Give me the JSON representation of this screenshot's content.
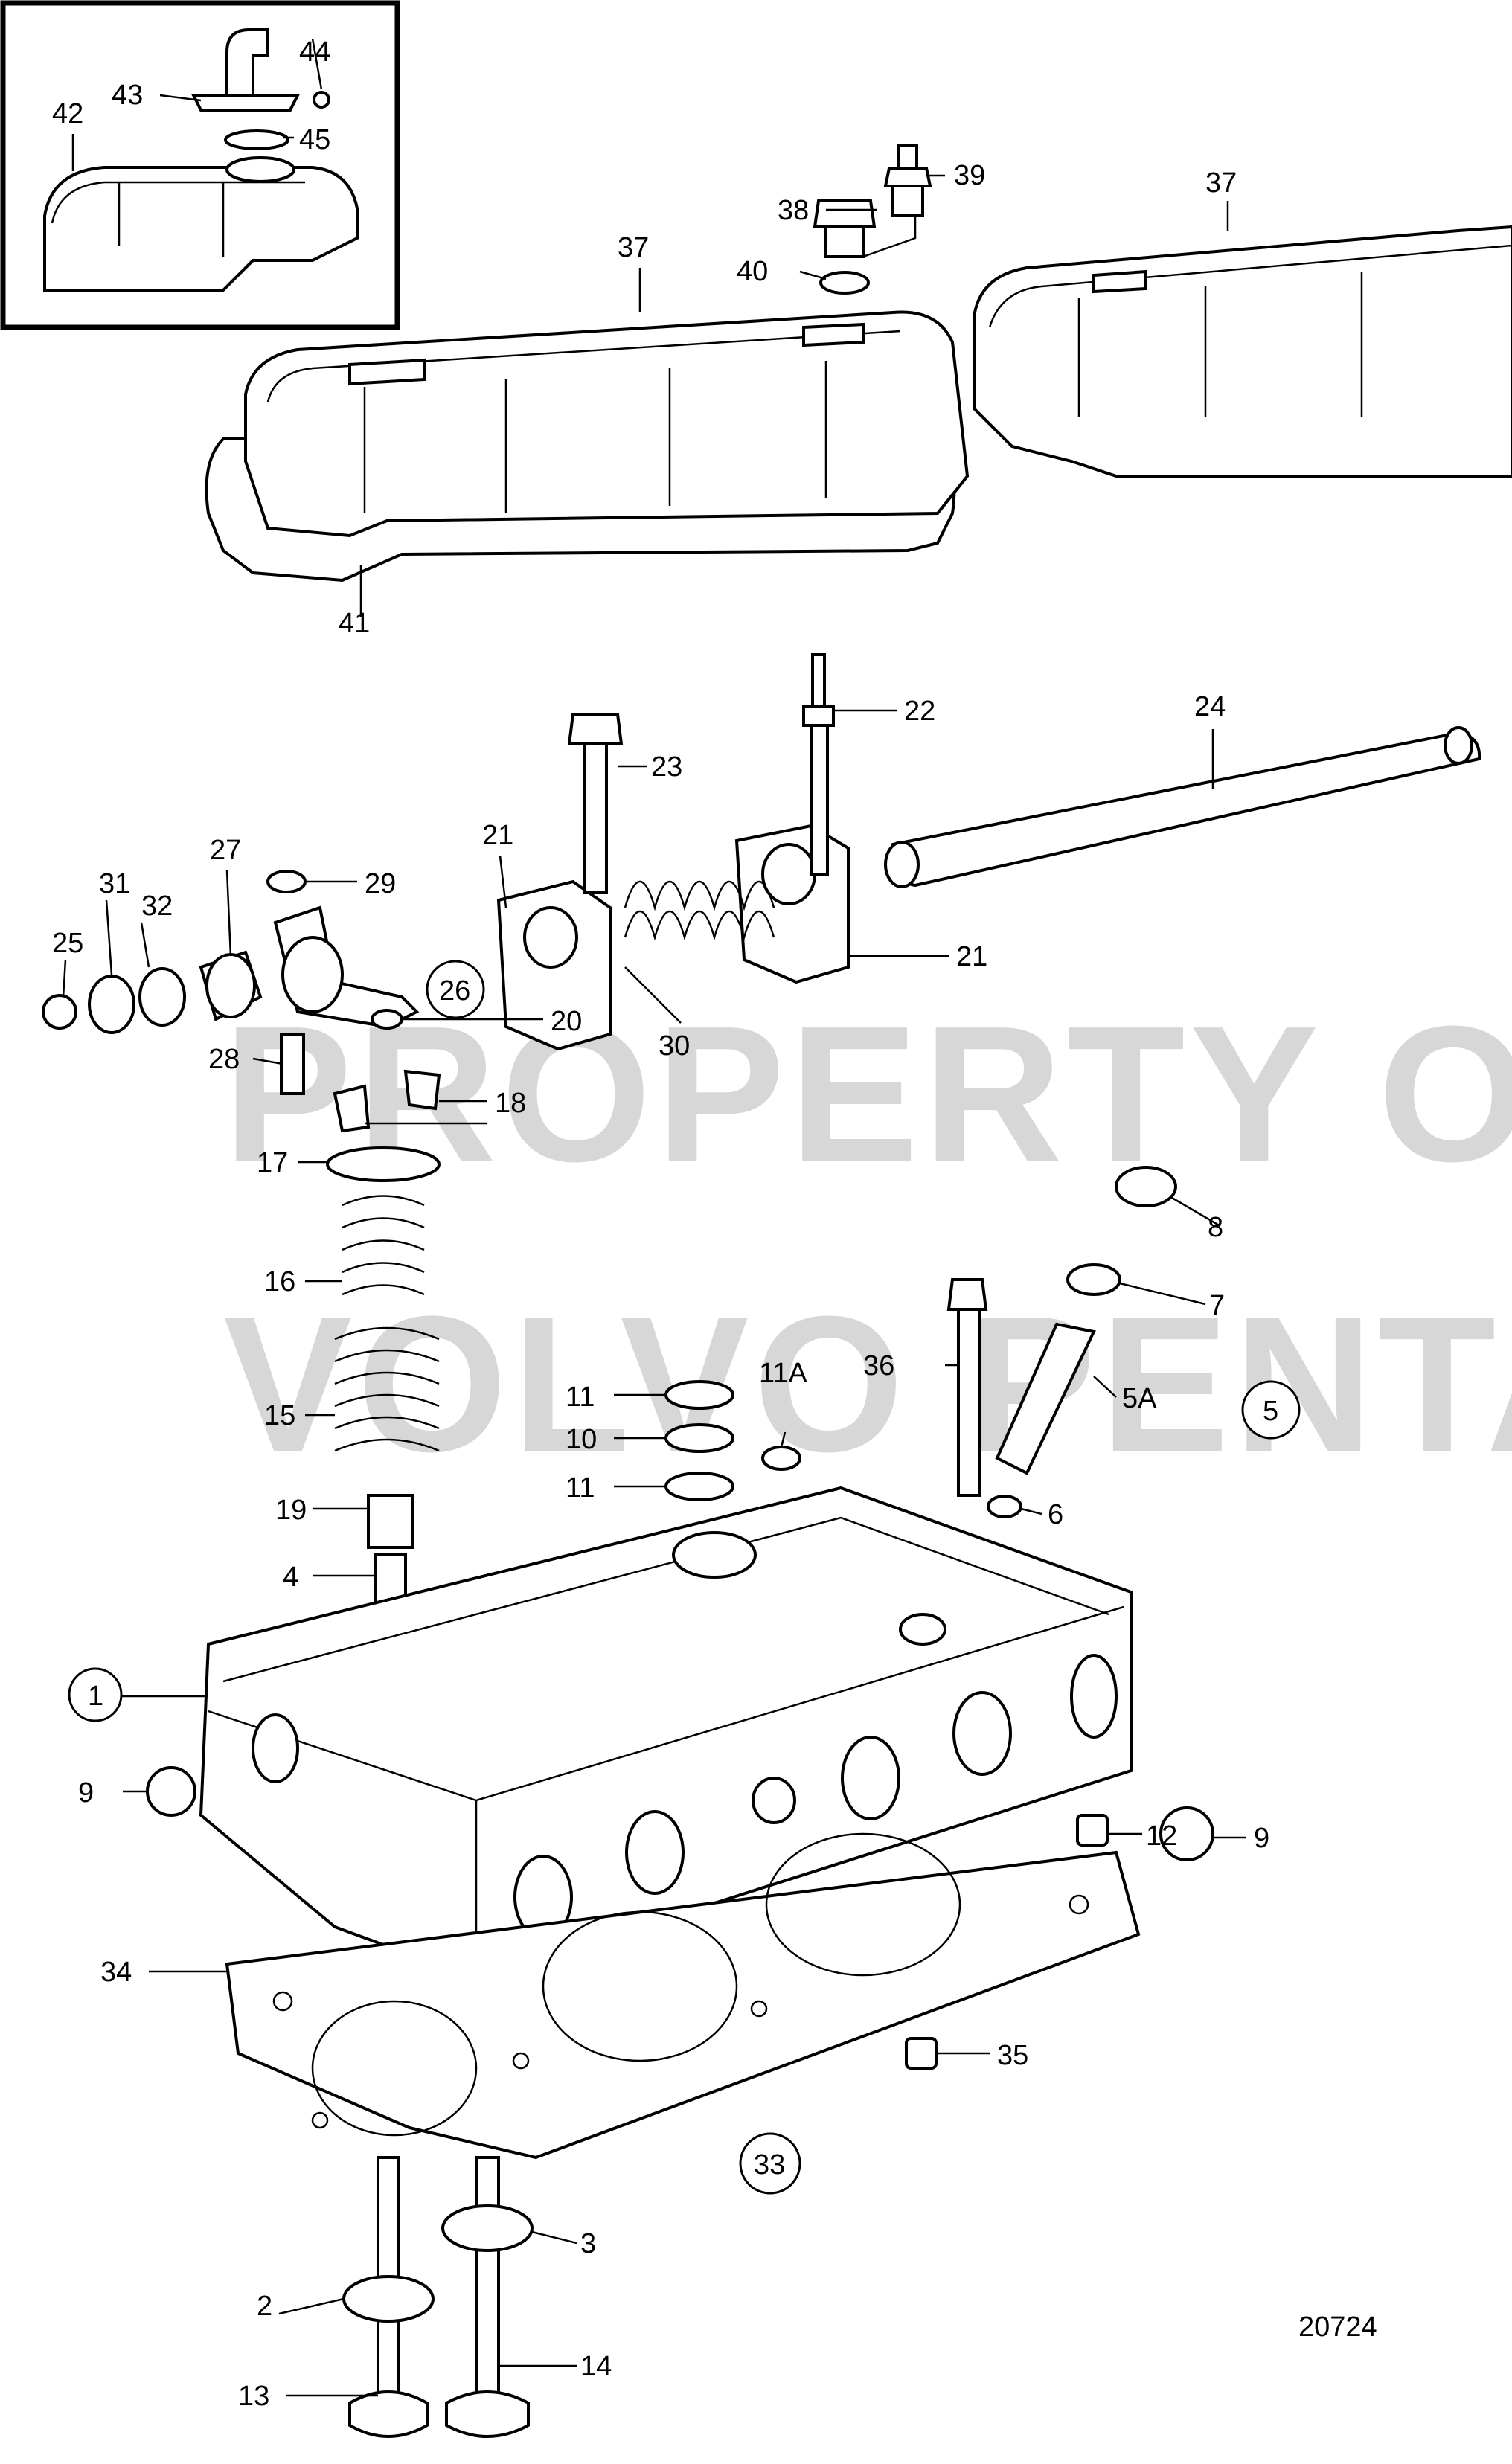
{
  "watermark": {
    "line1": "PROPERTY OF",
    "line2": "VOLVO PENTA"
  },
  "drawing_number": "20724",
  "callouts": {
    "p1": "1",
    "p2": "2",
    "p3": "3",
    "p4": "4",
    "p5": "5",
    "p5a": "5A",
    "p6": "6",
    "p7": "7",
    "p8": "8",
    "p9a": "9",
    "p9b": "9",
    "p10": "10",
    "p11a": "11",
    "p11b": "11",
    "p11A": "11A",
    "p12": "12",
    "p13": "13",
    "p14": "14",
    "p15": "15",
    "p16": "16",
    "p17": "17",
    "p18": "18",
    "p19": "19",
    "p20": "20",
    "p21a": "21",
    "p21b": "21",
    "p22": "22",
    "p23": "23",
    "p24": "24",
    "p25": "25",
    "p26": "26",
    "p27": "27",
    "p28": "28",
    "p29": "29",
    "p30": "30",
    "p31": "31",
    "p32": "32",
    "p33": "33",
    "p34": "34",
    "p35": "35",
    "p36": "36",
    "p37a": "37",
    "p37b": "37",
    "p38": "38",
    "p39": "39",
    "p40": "40",
    "p41": "41",
    "p42": "42",
    "p43": "43",
    "p44": "44",
    "p45": "45"
  }
}
